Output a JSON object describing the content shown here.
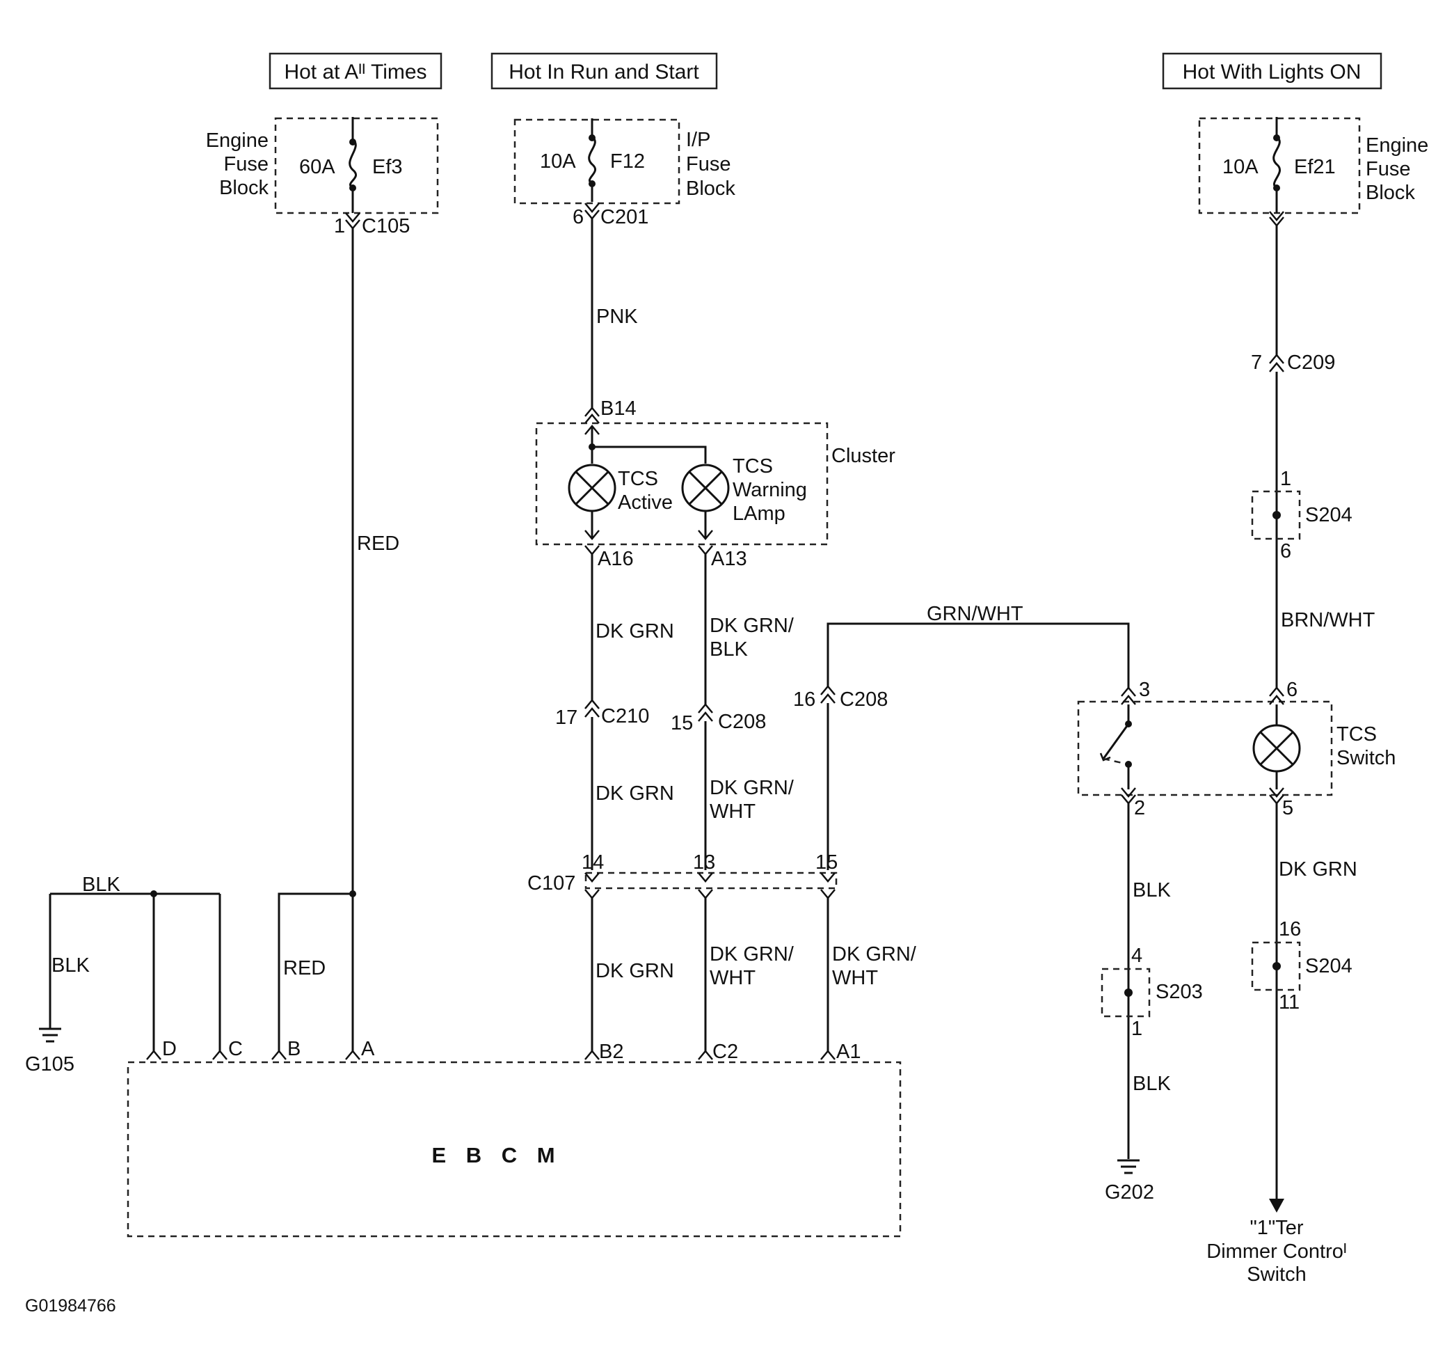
{
  "power_sources": {
    "hot_at_all_times": "Hot at Aᴵᴵ Times",
    "hot_in_run_and_start": "Hot In Run and Start",
    "hot_with_lights_on": "Hot With Lights ON"
  },
  "fuse_blocks": {
    "left": {
      "label_line1": "Engine",
      "label_line2": "Fuse",
      "label_line3": "Block",
      "rating": "60A",
      "fuse": "Ef3",
      "pin": "1",
      "connector": "C105"
    },
    "middle": {
      "label_line1": "I/P",
      "label_line2": "Fuse",
      "label_line3": "Block",
      "rating": "10A",
      "fuse": "F12",
      "pin": "6",
      "connector": "C201"
    },
    "right": {
      "label_line1": "Engine",
      "label_line2": "Fuse",
      "label_line3": "Block",
      "rating": "10A",
      "fuse": "Ef21"
    }
  },
  "wires": {
    "red_main": "RED",
    "pnk": "PNK",
    "dk_grn_1": "DK GRN",
    "dk_grn_blk_1": "DK GRN/",
    "dk_grn_blk_2": "BLK",
    "grn_wht": "GRN/WHT",
    "dk_grn_2": "DK GRN",
    "dk_grn_wht_a1": "DK GRN/",
    "dk_grn_wht_a2": "WHT",
    "dk_grn_3": "DK GRN",
    "dk_grn_wht_b1": "DK GRN/",
    "dk_grn_wht_b2": "WHT",
    "dk_grn_wht_c1": "DK GRN/",
    "dk_grn_wht_c2": "WHT",
    "blk_top": "BLK",
    "blk_left": "BLK",
    "red_b": "RED",
    "brn_wht": "BRN/WHT",
    "blk_switch": "BLK",
    "blk_ground": "BLK",
    "dk_grn_right": "DK GRN"
  },
  "cluster": {
    "label": "Cluster",
    "pin_in": "B14",
    "lamp1_line1": "TCS",
    "lamp1_line2": "Active",
    "lamp2_line1": "TCS",
    "lamp2_line2": "Warning",
    "lamp2_line3": "LAmp",
    "pin_out1": "A16",
    "pin_out2": "A13"
  },
  "connectors": {
    "c210_pin": "17",
    "c210": "C210",
    "c208a_pin": "15",
    "c208a": "C208",
    "c208b_pin": "16",
    "c208b": "C208",
    "c107": "C107",
    "c107_p14": "14",
    "c107_p13": "13",
    "c107_p15": "15",
    "c209_pin": "7",
    "c209": "C209"
  },
  "splices": {
    "s204_top": {
      "name": "S204",
      "pin_in": "1",
      "pin_out": "6"
    },
    "s204_bottom": {
      "name": "S204",
      "pin_in": "16",
      "pin_out": "11"
    },
    "s203": {
      "name": "S203",
      "pin_in": "4",
      "pin_out": "1"
    }
  },
  "tcs_switch": {
    "label_line1": "TCS",
    "label_line2": "Switch",
    "pin3": "3",
    "pin2": "2",
    "pin6": "6",
    "pin5": "5"
  },
  "ebcm": {
    "label": "E B C M",
    "pin_d": "D",
    "pin_c": "C",
    "pin_b": "B",
    "pin_a": "A",
    "pin_b2": "B2",
    "pin_c2": "C2",
    "pin_a1": "A1"
  },
  "grounds": {
    "g105": "G105",
    "g202": "G202"
  },
  "destination": {
    "line1": "\"1\"Ter",
    "line2": "Dimmer Controᴵ",
    "line3": "Switch"
  },
  "figure_id": "G01984766"
}
